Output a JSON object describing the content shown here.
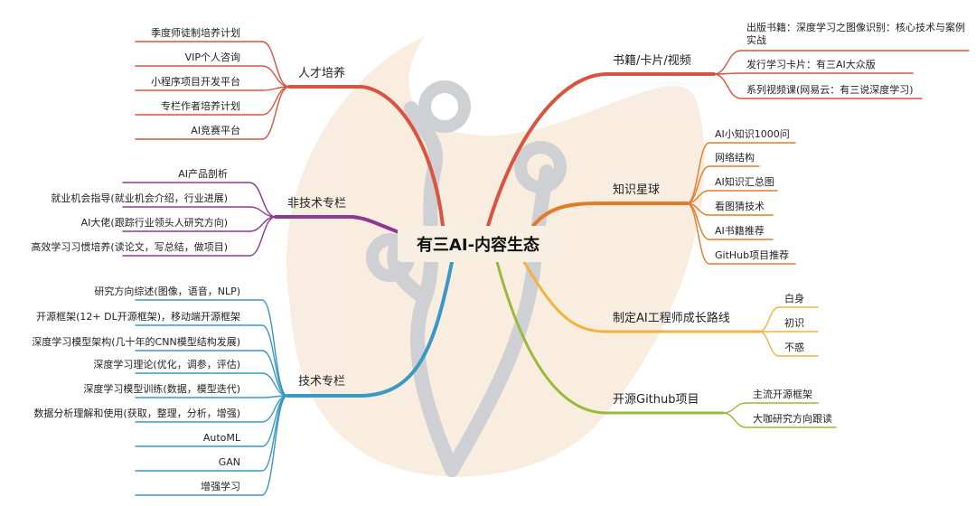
{
  "title": "有三AI-内容生态",
  "colors": {
    "talent": "#d9533f",
    "nontech": "#8b3a8f",
    "tech": "#3a98c4",
    "books": "#d9533f",
    "planet": "#e07b2a",
    "path": "#f0b43c",
    "github": "#9ab83a"
  },
  "branches": {
    "talent": {
      "label": "人才培养",
      "items": [
        "季度师徒制培养计划",
        "VIP个人咨询",
        "小程序项目开发平台",
        "专栏作者培养计划",
        "AI竞赛平台"
      ]
    },
    "nontech": {
      "label": "非技术专栏",
      "items": [
        "AI产品剖析",
        "就业机会指导(就业机会介绍，行业进展)",
        "AI大佬(跟踪行业领头人研究方向)",
        "高效学习习惯培养(读论文，写总结，做项目)"
      ]
    },
    "tech": {
      "label": "技术专栏",
      "items": [
        "研究方向综述(图像，语音，NLP)",
        "开源框架(12+ DL开源框架)，移动端开源框架",
        "深度学习模型架构(几十年的CNN模型结构发展)",
        "深度学习理论(优化，调参，评估)",
        "深度学习模型训练(数据，模型迭代)",
        "数据分析理解和使用(获取，整理，分析，增强)",
        "AutoML",
        "GAN",
        "增强学习"
      ]
    },
    "books": {
      "label": "书籍/卡片/视频",
      "items": [
        "出版书籍：深度学习之图像识别：核心技术与案例实战",
        "发行学习卡片：有三AI大众版",
        "系列视频课(网易云：有三说深度学习)"
      ]
    },
    "planet": {
      "label": "知识星球",
      "items": [
        "AI小知识1000问",
        "网络结构",
        "AI知识汇总图",
        "看图猜技术",
        "AI书籍推荐",
        "GitHub项目推荐"
      ]
    },
    "path": {
      "label": "制定AI工程师成长路线",
      "items": [
        "白身",
        "初识",
        "不惑"
      ]
    },
    "github": {
      "label": "开源Github项目",
      "items": [
        "主流开源框架",
        "大咖研究方向跟读"
      ]
    }
  }
}
